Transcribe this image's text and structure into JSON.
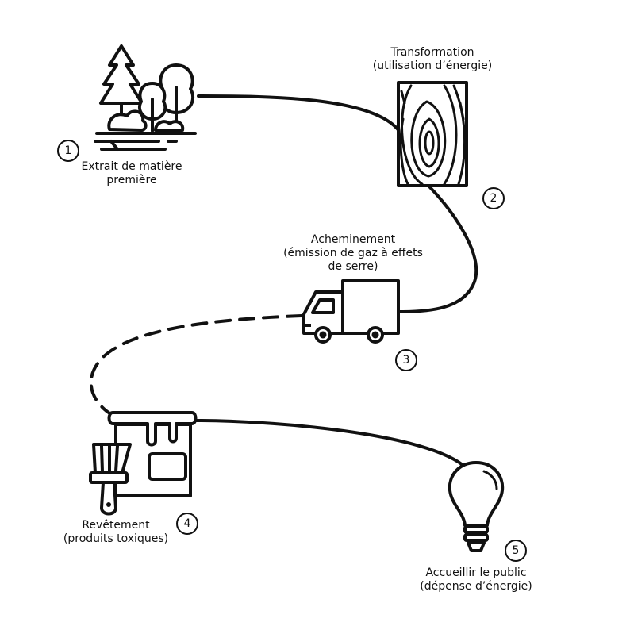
{
  "steps": [
    {
      "number": "1",
      "line1": "Extrait de matière",
      "line2": "première",
      "line3": "",
      "icon": "forest-icon"
    },
    {
      "number": "2",
      "line1": "Transformation",
      "line2": "(utilisation d’énergie)",
      "line3": "",
      "icon": "wood-grain-icon"
    },
    {
      "number": "3",
      "line1": "Acheminement",
      "line2": "(émission de gaz à effets",
      "line3": "de serre)",
      "icon": "truck-icon"
    },
    {
      "number": "4",
      "line1": "Revêtement",
      "line2": "(produits toxiques)",
      "line3": "",
      "icon": "paint-can-brush-icon"
    },
    {
      "number": "5",
      "line1": "Accueillir le public",
      "line2": "(dépense d’énergie)",
      "line3": "",
      "icon": "light-bulb-icon"
    }
  ],
  "colors": {
    "stroke": "#111111",
    "background": "#ffffff"
  }
}
